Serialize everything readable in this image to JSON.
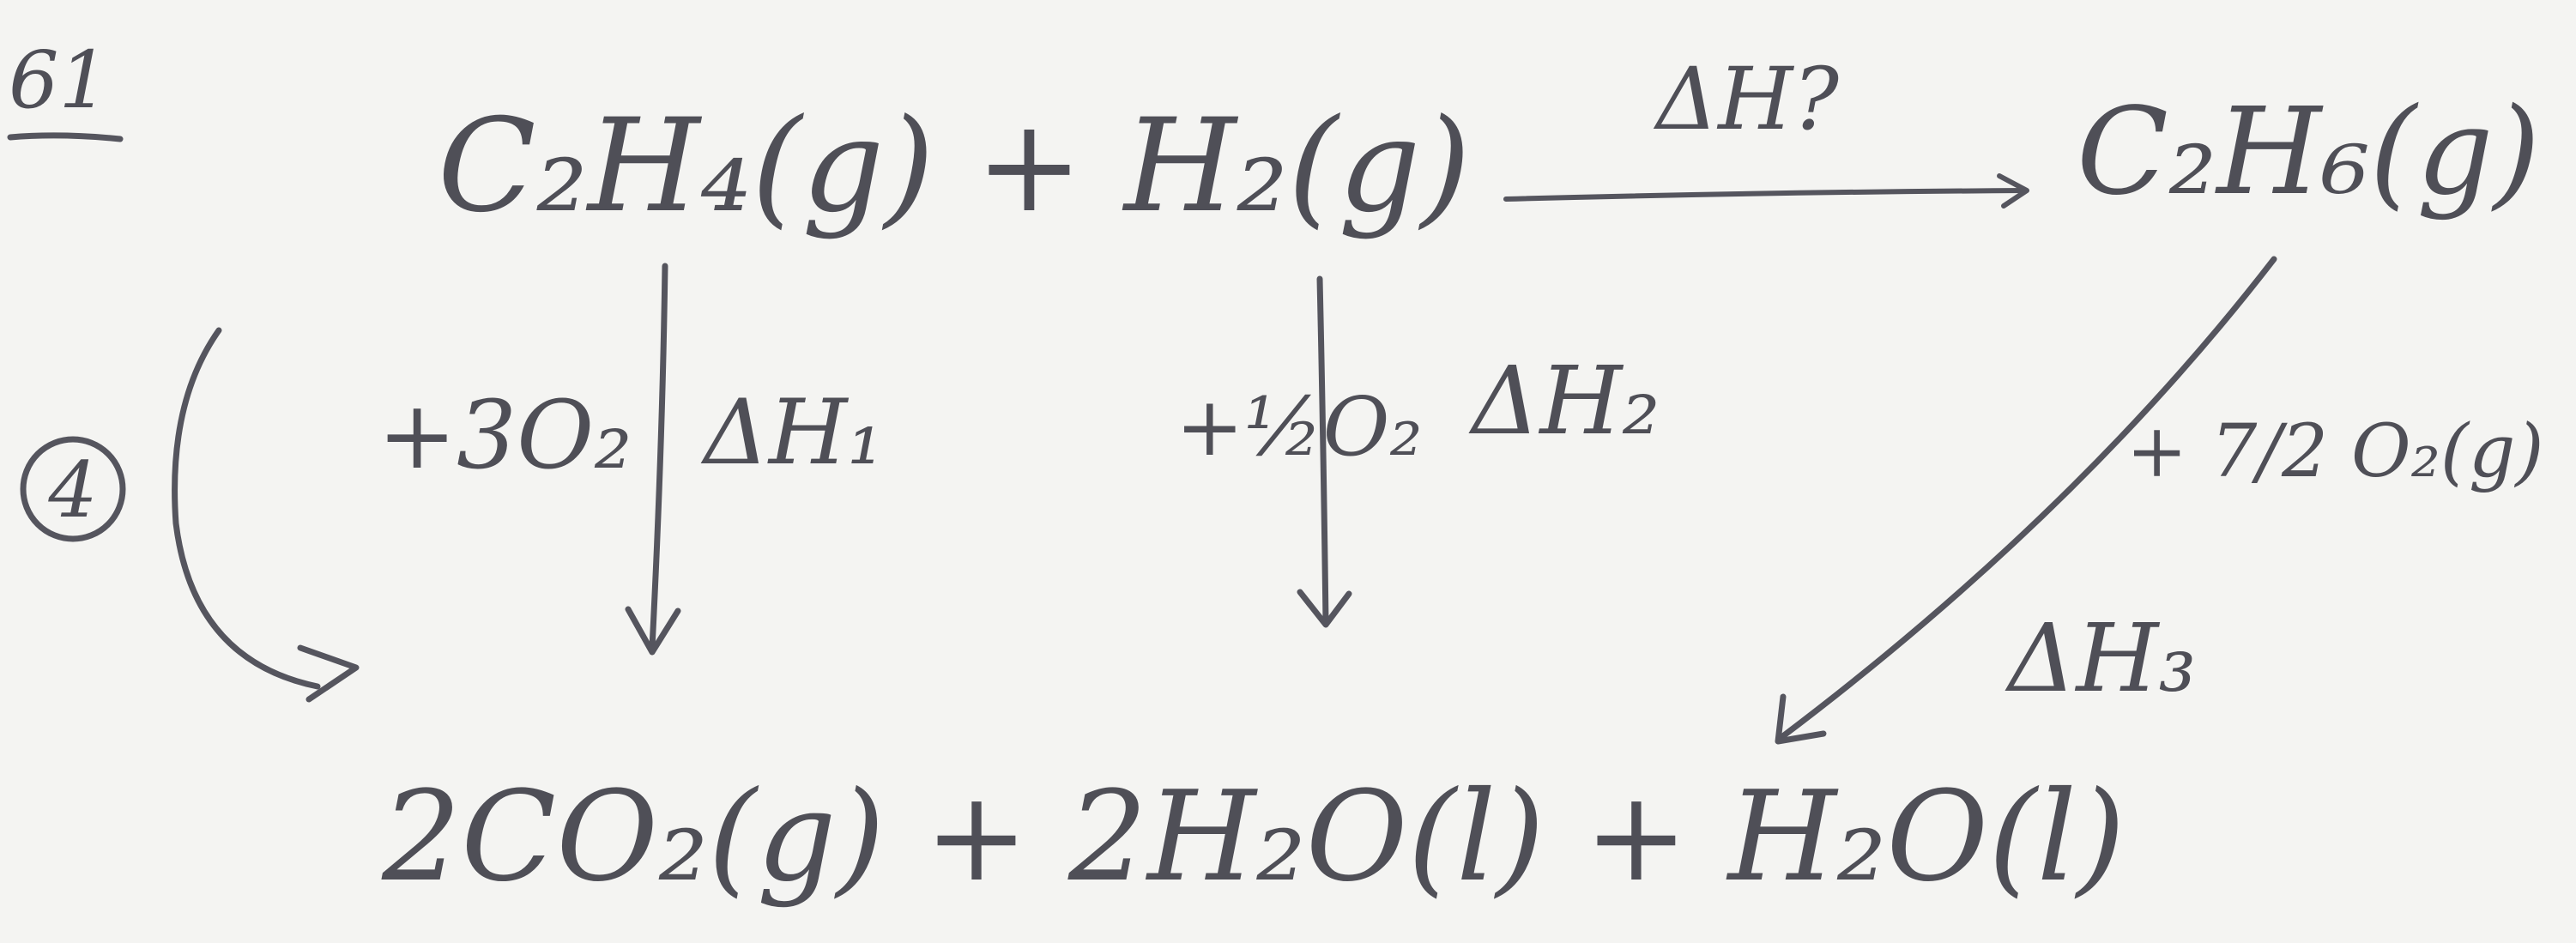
{
  "problem_number": "61",
  "reactants": "C₂H₄(g) + H₂(g)",
  "product": "C₂H₆(g)",
  "combustion_products": "2CO₂(g) + 2H₂O(l) + H₂O(l)",
  "unknown_enthalpy": "ΔH?",
  "step1": {
    "reagent": "+3O₂",
    "enthalpy": "ΔH₁"
  },
  "step2": {
    "reagent": "+½O₂",
    "enthalpy": "ΔH₂"
  },
  "step3": {
    "reagent": "+ 7/2 O₂(g)",
    "enthalpy": "ΔH₃"
  },
  "circled_step": "4"
}
